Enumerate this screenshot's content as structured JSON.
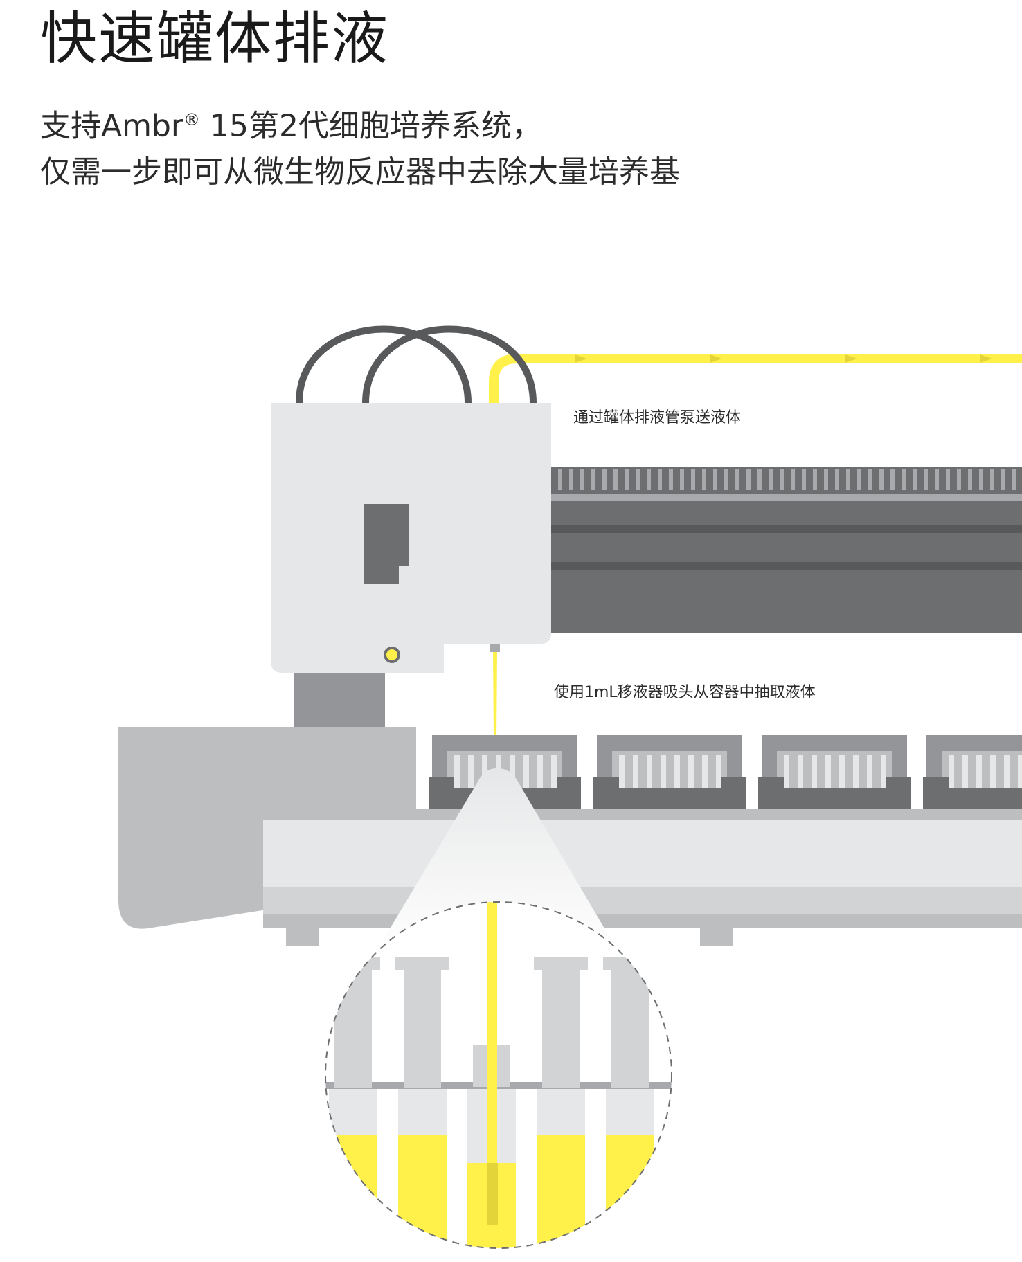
{
  "header": {
    "title": "快速罐体排液",
    "subtitle_line1_a": "支持Ambr",
    "subtitle_line1_sup": "®",
    "subtitle_line1_b": " 15第2代细胞培养系统，",
    "subtitle_line2": "仅需一步即可从微生物反应器中去除大量培养基"
  },
  "callouts": {
    "pump_label": "通过罐体排液管泵送液体",
    "pipette_label": "使用1mL移液器吸头从容器中抽取液体"
  },
  "colors": {
    "yellow": "#fff04a",
    "dark_gray": "#6d6e70",
    "mid_gray": "#a7a9ac",
    "light_gray": "#e6e7e8",
    "tube_gray": "#58595b"
  }
}
